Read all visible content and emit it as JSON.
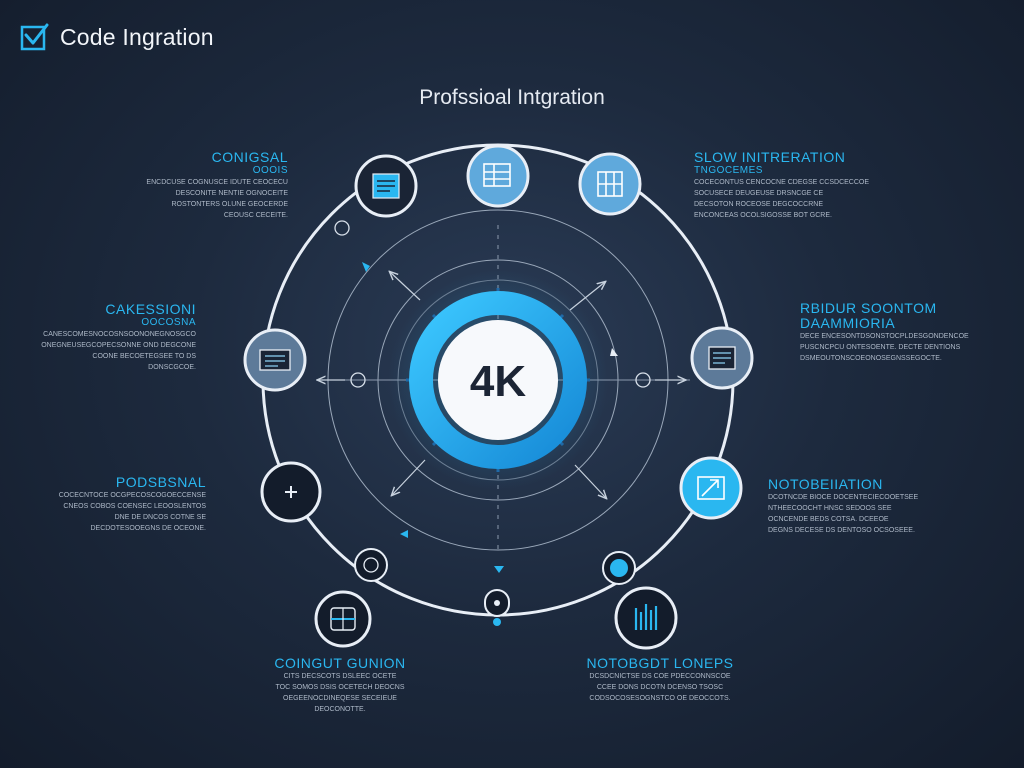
{
  "header": {
    "brand": "Code Ingration",
    "brand_icon": "checkbox-icon"
  },
  "title": "Profssioal Intgration",
  "hub": {
    "label": "4K"
  },
  "labels": {
    "top_left": {
      "title": "CONIGSAL",
      "subtitle": "OOOIS",
      "body": "ENCDCUSE COGNUSCE IDUTE CEOCECU\nDESCONITE NENTIE OGNOCEITE\nROSTONTERS OLUNE GEOCERDE\nCEOUSC CECEITE."
    },
    "top_right": {
      "title": "SLOW INITRERATION",
      "subtitle": "TNGOCEMES",
      "body": "COCECONTUS CENCOCNE CDEGSE CCSDCECCOE\nSOCUSECE DEUGEUSE DRSNCGE CE\nDECSOTON ROCEOSE DEGCOCCRNE\nENCONCEAS OCOLSIGOSSE BOT GCRE."
    },
    "mid_left": {
      "title": "CAKESSIONI",
      "subtitle": "OOCOSNA",
      "body": "CANESCOMESNOCOSNSOONONEGNOSGCO\nONEGNEUSEGCOPECSONNE OND DEGCONE\nCOONE BECOETEGSEE TO DS\nDONSCGCOE."
    },
    "mid_right": {
      "title": "RBIDUR SOONTOM",
      "subtitle": "DAAMMIORIA",
      "body": "DECE ENCESONTDSONSTOCPLDESGONDENCOE\nPUSCNCPCU ONTESOENTE. DECTE DENTIONS\nDSMEOUTONSCOEONOSEGNSSEGOCTE."
    },
    "low_left": {
      "title": "PODSBSNAL",
      "subtitle": "",
      "body": "COCECNTOCE OCGPECOSCOGOECCENSE\nCNEOS COBOS COENSEC LEOOSLENTOS\nDNE DE DNCOS COTNE SE\nDECDOTESOOEGNS DE OCEONE."
    },
    "low_right": {
      "title": "NOTOBEIIATION",
      "subtitle": "",
      "body": "DCOTNCDE BIOCE DOCENTECIECOOETSEE\nNTHEECOOCHT HNSC SEDOOS SEE\nOCNCENDE BEDS COTSA. DCEEOE\nDEGNS DECESE DS DENTOSO OCSOSEEE."
    },
    "bottom_left": {
      "title": "COINGUT GUNION",
      "subtitle": "",
      "body": "CITS DECSCOTS DSLEEC OCETE\nTOC SOMOS DSIS OCETECH DEOCNS\nOEGEENOCDINEQESE SECEIEUE\nDEOCONOTTE."
    },
    "bottom_right": {
      "title": "NOTOBGDT LONEPS",
      "subtitle": "",
      "body": "DCSDCNICTSE DS COE PDECCONNSCOE\nCCEE DONS DCOTN DCENSO TSOSC\nCODSOCOSESOGNSTCO OE DEOCCOTS."
    }
  },
  "colors": {
    "accent": "#2ab7f0",
    "accent_dark": "#1a8fd6",
    "ring": "#e8eef6",
    "node_fill": "#1a2435",
    "node_fill_light": "#5fa9dc",
    "background": "#1d2a3e"
  },
  "nodes": [
    {
      "name": "node-top-left",
      "icon": "document-icon",
      "style": "dark-blue"
    },
    {
      "name": "node-top-center",
      "icon": "grid-icon",
      "style": "light-blue"
    },
    {
      "name": "node-top-right",
      "icon": "table-icon",
      "style": "light-blue"
    },
    {
      "name": "node-mid-left",
      "icon": "monitor-icon",
      "style": "steel"
    },
    {
      "name": "node-mid-right",
      "icon": "monitor-icon",
      "style": "steel"
    },
    {
      "name": "node-low-left",
      "icon": "plus-icon",
      "style": "dark"
    },
    {
      "name": "node-low-right",
      "icon": "share-icon",
      "style": "bright-blue"
    },
    {
      "name": "node-bottom-left",
      "icon": "target-icon",
      "style": "dark"
    },
    {
      "name": "node-bottom-right",
      "icon": "bars-icon",
      "style": "dark"
    }
  ]
}
